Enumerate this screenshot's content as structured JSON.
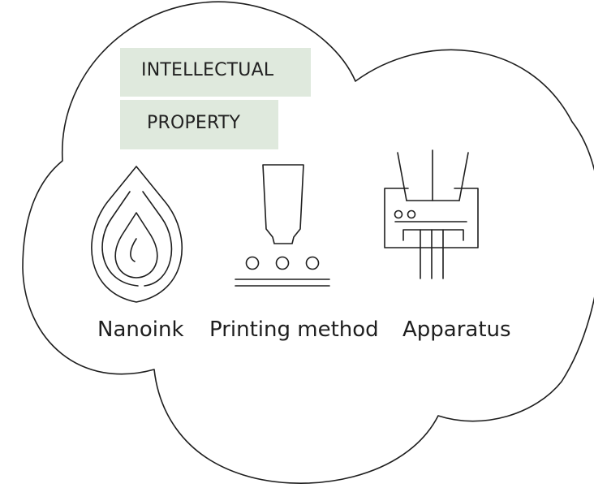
{
  "title": {
    "line1": "INTELLECTUAL",
    "line2": "PROPERTY"
  },
  "items": [
    {
      "label": "Nanoink",
      "icon": "nanoink-drop-icon"
    },
    {
      "label": "Printing method",
      "icon": "printing-nozzle-icon"
    },
    {
      "label": "Apparatus",
      "icon": "apparatus-icon"
    }
  ],
  "colors": {
    "highlight": "#dfe9dd",
    "stroke": "#1e1e1e"
  }
}
